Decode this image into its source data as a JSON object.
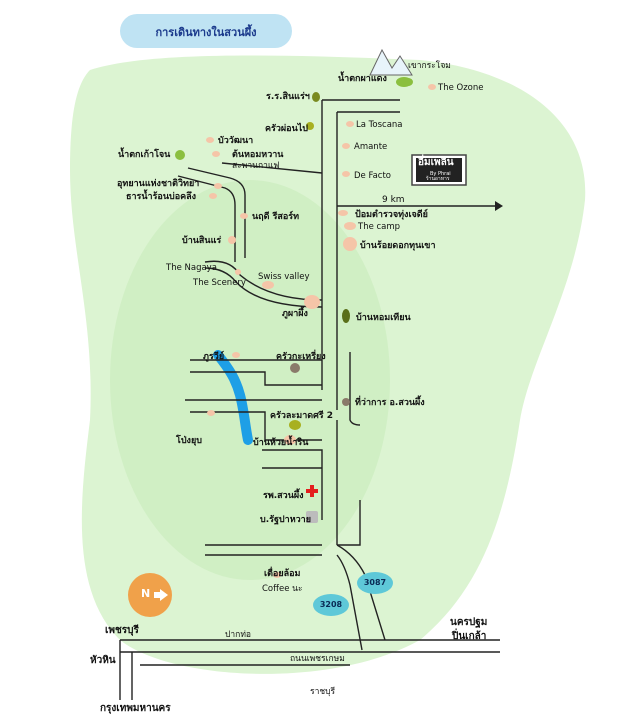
{
  "title": "การเดินทางในสวนผึ้ง",
  "compass": "N",
  "distance_label": "9 km",
  "routes": [
    "3087",
    "3208"
  ],
  "colors": {
    "title_bg": "#bfe3f3",
    "green_area": "#d6f2cc",
    "river": "#1e9fe6",
    "road_sign": "#5ec8d8",
    "compass_bg": "#f0a14a",
    "hospital": "#e41e1e"
  },
  "places": {
    "khao_krachom": "เขากระโจม",
    "namtok_phaedaeng": "น้ำตกผาแดง",
    "the_ozone": "The Ozone",
    "ror_sor_sinrae": "ร.ร.สินแร่ฯ",
    "khrua_pon_pai": "ครัวผ่อนไป",
    "la_toscana": "La Toscana",
    "amante": "Amante",
    "de_facto": "De Facto",
    "bua_watthana": "บัววัฒนา",
    "namtok_kaochon": "น้ำตกเก้าโจน",
    "ton_hom_wan": "ต้นหอมหวาน",
    "saphan_kao": "สะพานกาแฟ",
    "uthayan_sirithorn": "อุทยานแห่งชาติวิทยา",
    "tharn_nam_ron": "ธารน้ำร้อนบ่อคลึง",
    "ban_sinrae": "บ้านสินแร่",
    "naree_resort": "นฤดี รีสอร์ท",
    "pong_tamruat": "ป้อมตำรวจทุ่งเจดีย์",
    "the_camp": "The camp",
    "ban_ruk_suan": "บ้านร้อยดอกทุนเขา",
    "the_nagaya": "The Nagaya",
    "the_scenery": "The Scenery",
    "swiss_valley": "Swiss valley",
    "phu_pha_phueng": "ภูผาผึ้ง",
    "ban_hom_thian": "บ้านหอมเทียน",
    "khrua_kha_riang": "ครัวกะเหรี่ยง",
    "phu_rawee": "ภูรวีย์",
    "thee_wakan": "ที่ว่าการ อ.สวนผึ้ง",
    "khrua_rim_nam": "ครัวละมาดศรี 2",
    "ban_huai_nam_rin": "บ้านห้วยน้ำริน",
    "pong_yub": "โป่งยุบ",
    "hospital": "รพ.สวนผึ้ง",
    "bo_ratchaburi": "บ.รัฐปาหวาย",
    "sueam_soam": "เตื่อยล้อม",
    "coffee": "Coffee นะ",
    "petchaburi": "เพชรบุรี",
    "pak_tho": "ปากท่อ",
    "nakhon_pathom": "นครปฐม",
    "pin_klao": "ปิ่นเกล้า",
    "thanon_petchkasem": "ถนนเพชรเกษม",
    "hua_hin": "หัวหิน",
    "ratchaburi": "ราชบุรี",
    "bangkok": "กรุงเทพมหานคร"
  },
  "ad_sign": {
    "name": "อิ่มเพลิน",
    "sub1": "By Phrai",
    "sub2": "ร้านอาหาร"
  }
}
